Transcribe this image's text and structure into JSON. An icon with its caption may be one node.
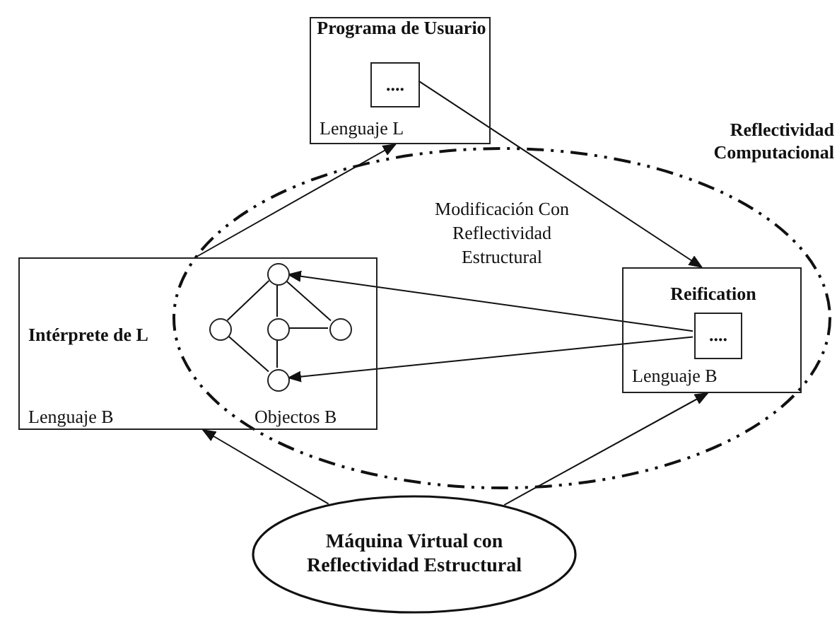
{
  "diagram": {
    "nodes": [
      {
        "text": [
          "Programa de Usuario",
          "Lenguaje L"
        ]
      },
      {
        "text": [
          "...."
        ],
        "in": 0
      },
      {
        "text": [
          "Intérprete de L",
          "Lenguaje B",
          "Objectos B"
        ]
      },
      {
        "text": [],
        "shape": "circle",
        "in": 2
      },
      {
        "text": [],
        "shape": "circle",
        "in": 2
      },
      {
        "text": [],
        "shape": "circle",
        "in": 2
      },
      {
        "text": [],
        "shape": "circle",
        "in": 2
      },
      {
        "text": [],
        "shape": "circle",
        "in": 2
      },
      {
        "text": [
          "Reification",
          "Lenguaje B"
        ]
      },
      {
        "text": [
          "...."
        ],
        "in": 8
      },
      {
        "text": [
          "Máquina Virtual con Reflectividad Estructural"
        ]
      }
    ],
    "edges": [
      {
        "from": 2,
        "to": 0,
        "arrow": "to"
      },
      {
        "from": 1,
        "to": 8,
        "arrow": "to"
      },
      {
        "from": 9,
        "to": 3,
        "arrow": "to"
      },
      {
        "from": 9,
        "to": 7,
        "arrow": "to"
      },
      {
        "from": 3,
        "to": 4,
        "arrow": "none"
      },
      {
        "from": 3,
        "to": 5,
        "arrow": "none"
      },
      {
        "from": 3,
        "to": 6,
        "arrow": "none"
      },
      {
        "from": 4,
        "to": 7,
        "arrow": "none"
      },
      {
        "from": 5,
        "to": 6,
        "arrow": "none"
      },
      {
        "from": 5,
        "to": 7,
        "arrow": "none"
      },
      {
        "from": 10,
        "to": 2,
        "arrow": "to"
      },
      {
        "from": 10,
        "to": 8,
        "arrow": "to"
      }
    ],
    "labels": [
      "Reflectividad Computacional",
      "Modificación Con Reflectividad Estructural"
    ]
  }
}
